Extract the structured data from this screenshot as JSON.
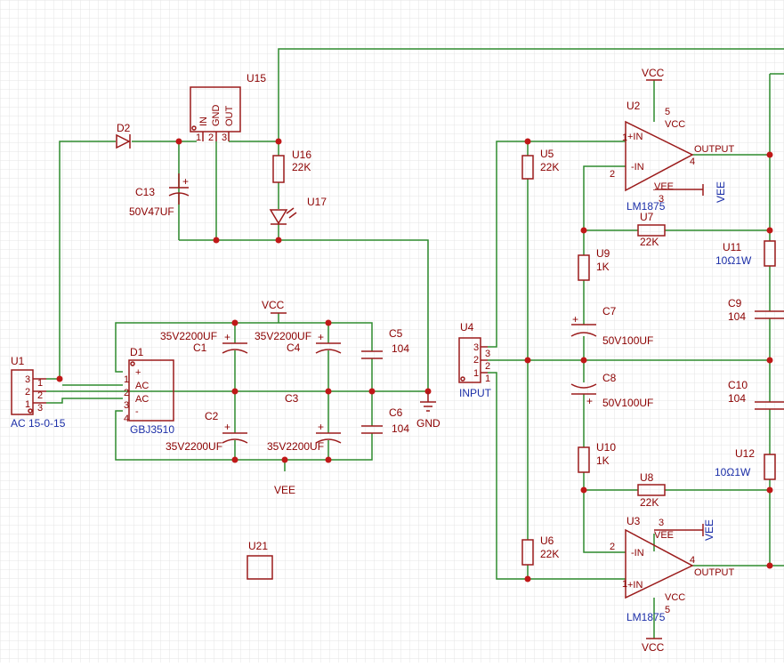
{
  "colors": {
    "wire": "#2e8b2e",
    "part": "#9b1b1b",
    "designator": "#8b0000",
    "value_blue": "#1c2fa8",
    "grid": "#e4e4e4"
  },
  "components": {
    "U1": {
      "ref": "U1",
      "value": "AC 15-0-15",
      "pins": [
        "3",
        "2",
        "1"
      ]
    },
    "D1": {
      "ref": "D1",
      "value": "GBJ3510",
      "pins": [
        "1",
        "2",
        "3",
        "4"
      ],
      "pin_labels": [
        "+",
        "AC",
        "AC",
        "-"
      ]
    },
    "D2": {
      "ref": "D2"
    },
    "U15": {
      "ref": "U15",
      "pins": [
        "1",
        "2",
        "3"
      ],
      "pin_labels": [
        "IN",
        "GND",
        "OUT"
      ]
    },
    "C13": {
      "ref": "C13",
      "value": "50V47UF",
      "polarity": "+"
    },
    "U16": {
      "ref": "U16",
      "value": "22K"
    },
    "U17": {
      "ref": "U17"
    },
    "C1": {
      "ref": "C1",
      "value": "35V2200UF"
    },
    "C2": {
      "ref": "C2",
      "value": "35V2200UF"
    },
    "C3": {
      "ref": "C3"
    },
    "C4": {
      "ref": "C4",
      "value": "35V2200UF"
    },
    "C4b": {
      "value": "35V2200UF"
    },
    "C5": {
      "ref": "C5",
      "value": "104"
    },
    "C6": {
      "ref": "C6",
      "value": "104"
    },
    "U21": {
      "ref": "U21"
    },
    "U4": {
      "ref": "U4",
      "value": "INPUT",
      "pins": [
        "3",
        "2",
        "1"
      ]
    },
    "U5": {
      "ref": "U5",
      "value": "22K"
    },
    "U6": {
      "ref": "U6",
      "value": "22K"
    },
    "U2": {
      "ref": "U2",
      "value": "LM1875",
      "plus_in": "+IN",
      "minus_in": "-IN",
      "output": "OUTPUT",
      "vee": "VEE",
      "vcc": "VCC",
      "p1": "1",
      "p2": "2",
      "p3": "3",
      "p4": "4",
      "p5": "5"
    },
    "U3": {
      "ref": "U3",
      "value": "LM1875",
      "plus_in": "+IN",
      "minus_in": "-IN",
      "output": "OUTPUT",
      "vee": "VEE",
      "vcc": "VCC",
      "p1": "1",
      "p2": "2",
      "p3": "3",
      "p4": "4",
      "p5": "5"
    },
    "U7": {
      "ref": "U7",
      "value": "22K"
    },
    "U8": {
      "ref": "U8",
      "value": "22K"
    },
    "U9": {
      "ref": "U9",
      "value": "1K"
    },
    "U10": {
      "ref": "U10",
      "value": "1K"
    },
    "C7": {
      "ref": "C7",
      "value": "50V100UF"
    },
    "C8": {
      "ref": "C8",
      "value": "50V100UF"
    },
    "U11": {
      "ref": "U11",
      "value": "10Ω1W"
    },
    "U12": {
      "ref": "U12",
      "value": "10Ω1W"
    },
    "C9": {
      "ref": "C9",
      "value": "104"
    },
    "C10": {
      "ref": "C10",
      "value": "104"
    }
  },
  "nets": {
    "vcc": "VCC",
    "vee": "VEE",
    "gnd": "GND",
    "plus": "+"
  }
}
